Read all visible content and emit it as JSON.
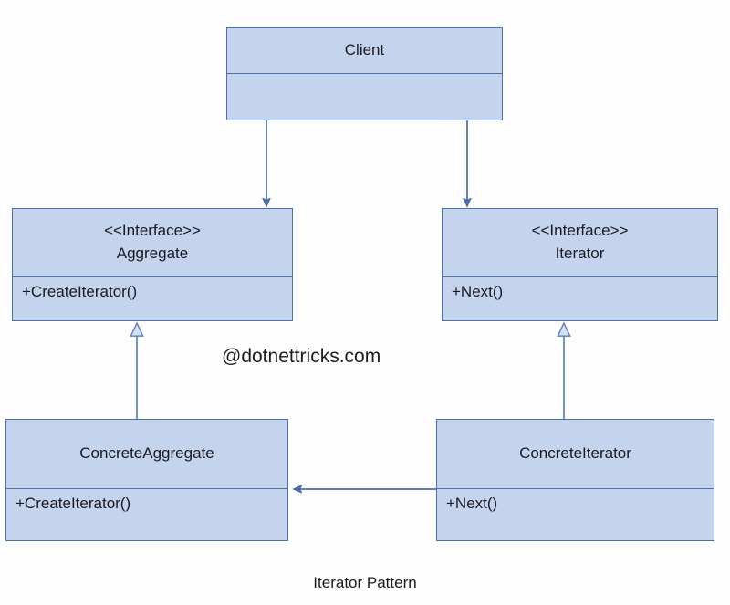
{
  "diagram": {
    "caption": "Iterator Pattern",
    "watermark": "@dotnettricks.com",
    "colors": {
      "box_fill": "#c4d4ed",
      "box_border": "#4a72a8",
      "connector": "#4a6fa5",
      "text": "#1a1a22",
      "background": "#fdfdfd"
    },
    "classes": [
      {
        "id": "client",
        "stereotype": "",
        "name": "Client",
        "members": []
      },
      {
        "id": "aggregate",
        "stereotype": "<<Interface>>",
        "name": "Aggregate",
        "members": [
          "+CreateIterator()"
        ]
      },
      {
        "id": "iterator",
        "stereotype": "<<Interface>>",
        "name": "Iterator",
        "members": [
          "+Next()"
        ]
      },
      {
        "id": "concrete-aggregate",
        "stereotype": "",
        "name": "ConcreteAggregate",
        "members": [
          "+CreateIterator()"
        ]
      },
      {
        "id": "concrete-iterator",
        "stereotype": "",
        "name": "ConcreteIterator",
        "members": [
          "+Next()"
        ]
      }
    ],
    "relationships": [
      {
        "from": "Client",
        "to": "Aggregate",
        "type": "dependency"
      },
      {
        "from": "Client",
        "to": "Iterator",
        "type": "dependency"
      },
      {
        "from": "ConcreteAggregate",
        "to": "Aggregate",
        "type": "generalization"
      },
      {
        "from": "ConcreteIterator",
        "to": "Iterator",
        "type": "generalization"
      },
      {
        "from": "ConcreteIterator",
        "to": "ConcreteAggregate",
        "type": "association"
      }
    ]
  }
}
